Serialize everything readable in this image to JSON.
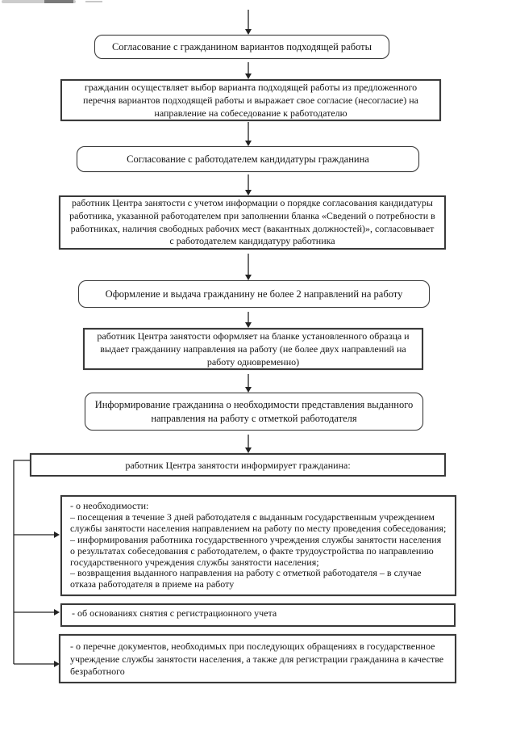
{
  "colors": {
    "background": "#ffffff",
    "ink": "#141414",
    "border": "#3a3a3a"
  },
  "boxes": [
    {
      "text": "Согласование с гражданином вариантов подходящей работы"
    },
    {
      "text": "гражданин осуществляет выбор варианта подходящей работы из предложенного перечня вариантов подходящей работы и выражает свое согласие (несогласие) на направление на собеседование к работодателю"
    },
    {
      "text": "Согласование с работодателем кандидатуры гражданина"
    },
    {
      "text": "работник Центра занятости с учетом информации о порядке согласования кандидатуры работника, указанной работодателем при заполнении бланка «Сведений о потребности в работниках, наличия свободных рабочих мест (вакантных должностей)», согласовывает с работодателем кандидатуру работника"
    },
    {
      "text": "Оформление и выдача гражданину не более 2 направлений на работу"
    },
    {
      "text": "работник Центра занятости оформляет на бланке установленного образца  и выдает гражданину направления на работу (не более двух направлений на работу одновременно)"
    },
    {
      "text": "Информирование гражданина о необходимости представления выданного направления на работу с отметкой работодателя"
    },
    {
      "text": "работник Центра занятости информирует гражданина:"
    },
    {
      "lines": [
        "- о необходимости:",
        "– посещения в течение 3 дней работодателя с выданным государственным учреждением службы занятости населения направлением на работу по месту проведения собеседования;",
        "– информирования работника государственного учреждения службы занятости населения о результатах собеседования с работодателем, о факте трудоустройства по направлению государственного учреждения службы занятости населения;",
        "– возвращения выданного направления на работу с отметкой работодателя – в случае отказа работодателя в приеме на работу"
      ]
    },
    {
      "text": "- об основаниях снятия с регистрационного учета"
    },
    {
      "text": "- о перечне документов, необходимых при последующих обращениях в государственное учреждение службы занятости населения, а также для регистрации гражданина в качестве безработного"
    }
  ]
}
